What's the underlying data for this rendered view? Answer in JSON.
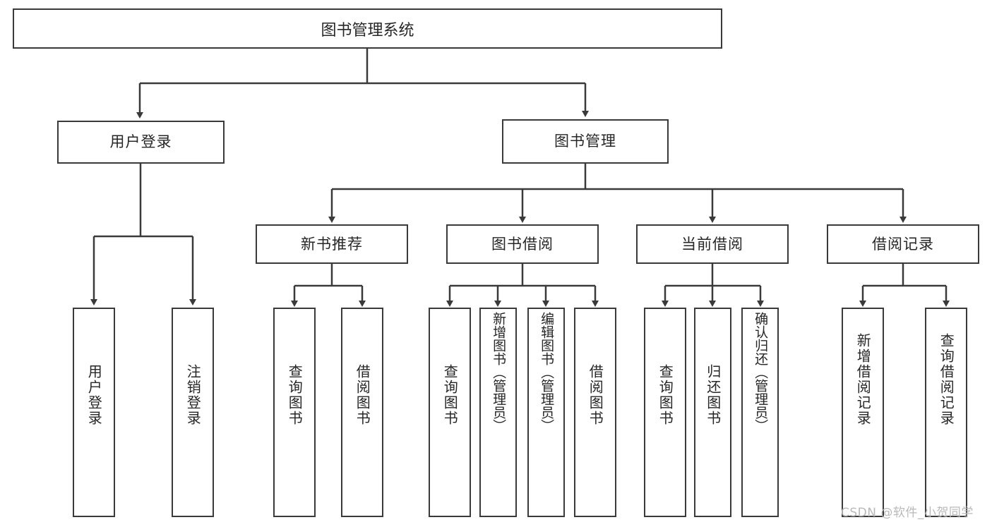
{
  "diagram": {
    "title_node": {
      "label": "图书管理系统"
    },
    "level2": [
      {
        "id": "user-login",
        "label": "用户登录"
      },
      {
        "id": "book-management",
        "label": "图书管理"
      }
    ],
    "level3": [
      {
        "id": "new-book-recommend",
        "label": "新书推荐"
      },
      {
        "id": "book-borrow",
        "label": "图书借阅"
      },
      {
        "id": "current-borrow",
        "label": "当前借阅"
      },
      {
        "id": "borrow-record",
        "label": "借阅记录"
      }
    ],
    "leaves": {
      "user_login": [
        {
          "id": "leaf-user-login",
          "label": "用户登录"
        },
        {
          "id": "leaf-logout-login",
          "label": "注销登录"
        }
      ],
      "new_book_recommend": [
        {
          "id": "leaf-query-book-1",
          "label": "查询图书"
        },
        {
          "id": "leaf-borrow-book-1",
          "label": "借阅图书"
        }
      ],
      "book_borrow": [
        {
          "id": "leaf-query-book-2",
          "label": "查询图书"
        },
        {
          "id": "leaf-add-book",
          "label": "新增图书（管理员）"
        },
        {
          "id": "leaf-edit-book",
          "label": "编辑图书（管理员）"
        },
        {
          "id": "leaf-borrow-book-2",
          "label": "借阅图书"
        }
      ],
      "current_borrow": [
        {
          "id": "leaf-query-book-3",
          "label": "查询图书"
        },
        {
          "id": "leaf-return-book",
          "label": "归还图书"
        },
        {
          "id": "leaf-confirm-return",
          "label": "确认归还（管理员）"
        }
      ],
      "borrow_record": [
        {
          "id": "leaf-add-borrow-record",
          "label": "新增借阅记录"
        },
        {
          "id": "leaf-query-borrow-record",
          "label": "查询借阅记录"
        }
      ]
    }
  },
  "watermark": {
    "text": "CSDN @软件_小贺同学"
  },
  "colors": {
    "stroke": "#3a3a3a",
    "text": "#262626",
    "background": "#ffffff",
    "watermark": "#b9b9b9"
  }
}
